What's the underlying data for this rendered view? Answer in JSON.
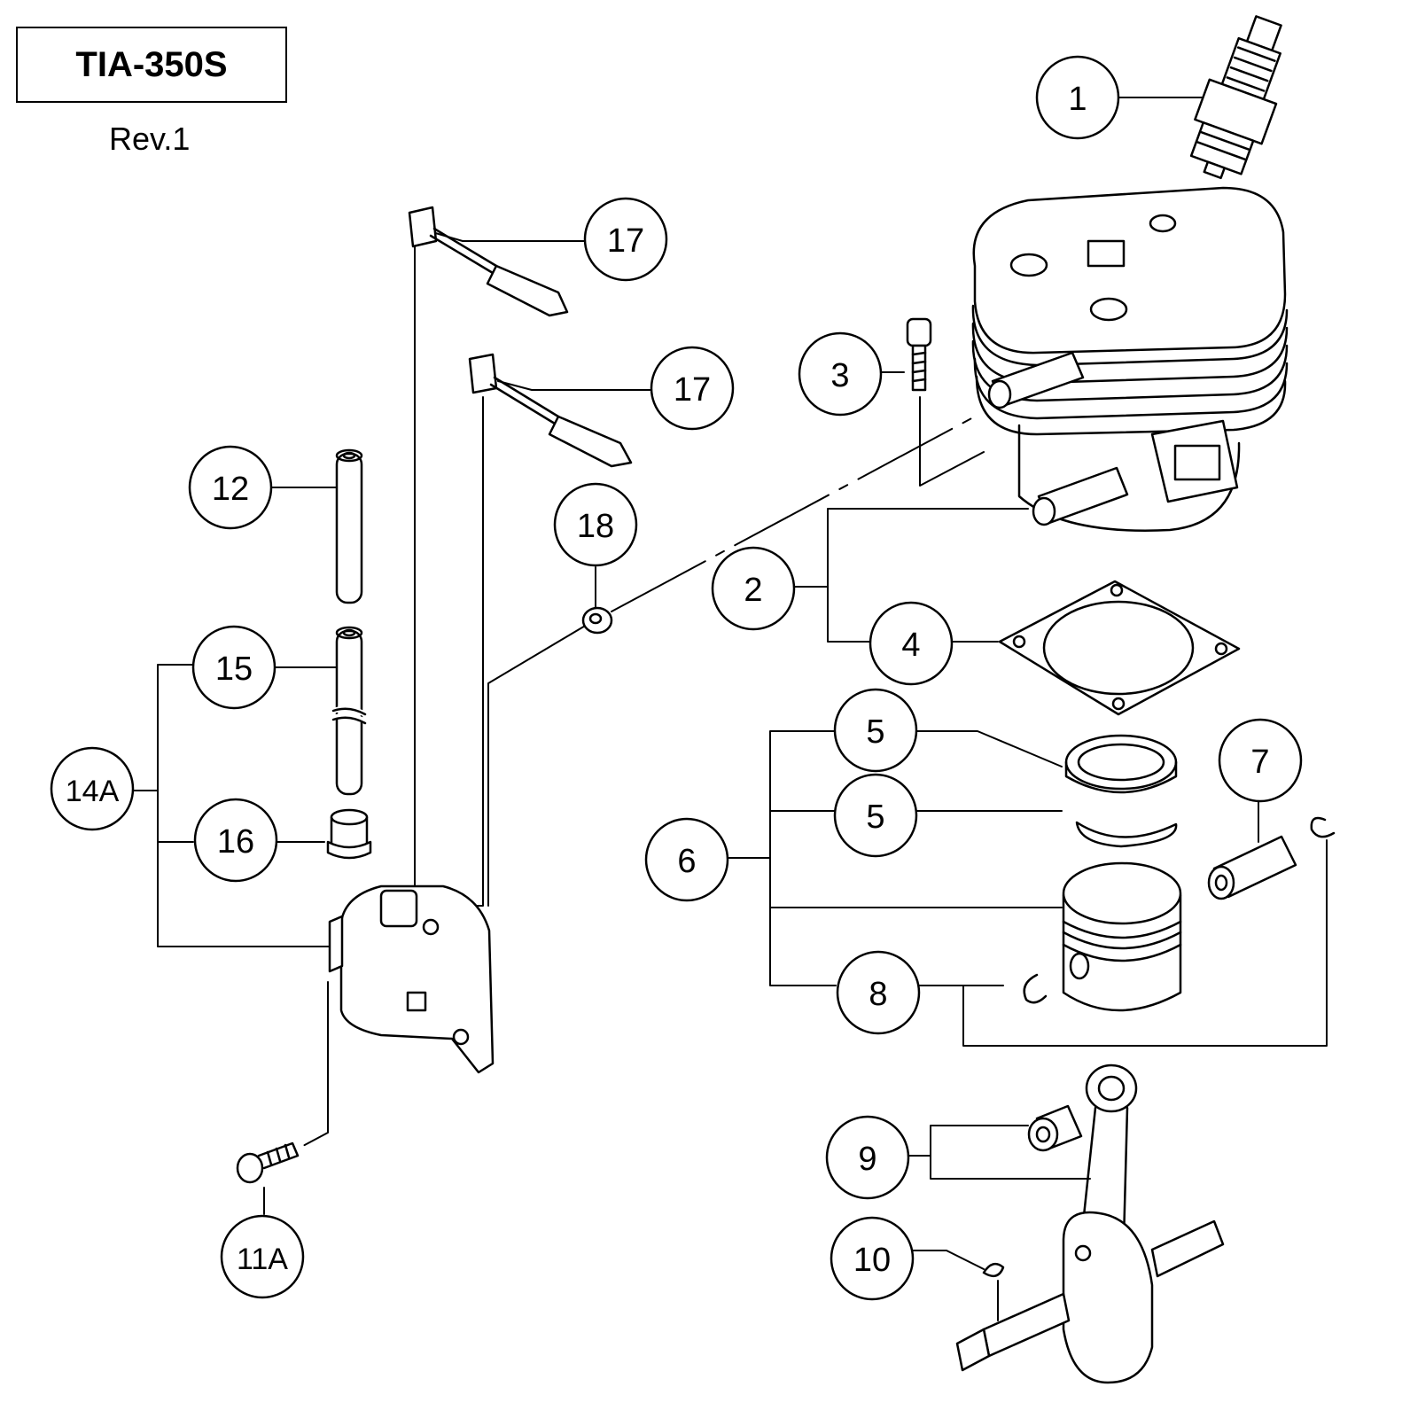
{
  "header": {
    "model": "TIA-350S",
    "revision": "Rev.1"
  },
  "callouts": [
    {
      "id": "c1",
      "label": "1"
    },
    {
      "id": "c2",
      "label": "2"
    },
    {
      "id": "c3",
      "label": "3"
    },
    {
      "id": "c4",
      "label": "4"
    },
    {
      "id": "c5a",
      "label": "5"
    },
    {
      "id": "c5b",
      "label": "5"
    },
    {
      "id": "c6",
      "label": "6"
    },
    {
      "id": "c7",
      "label": "7"
    },
    {
      "id": "c8",
      "label": "8"
    },
    {
      "id": "c9",
      "label": "9"
    },
    {
      "id": "c10",
      "label": "10"
    },
    {
      "id": "c11A",
      "label": "11A"
    },
    {
      "id": "c12",
      "label": "12"
    },
    {
      "id": "c14A",
      "label": "14A"
    },
    {
      "id": "c15",
      "label": "15"
    },
    {
      "id": "c16",
      "label": "16"
    },
    {
      "id": "c17a",
      "label": "17"
    },
    {
      "id": "c17b",
      "label": "17"
    },
    {
      "id": "c18",
      "label": "18"
    }
  ]
}
